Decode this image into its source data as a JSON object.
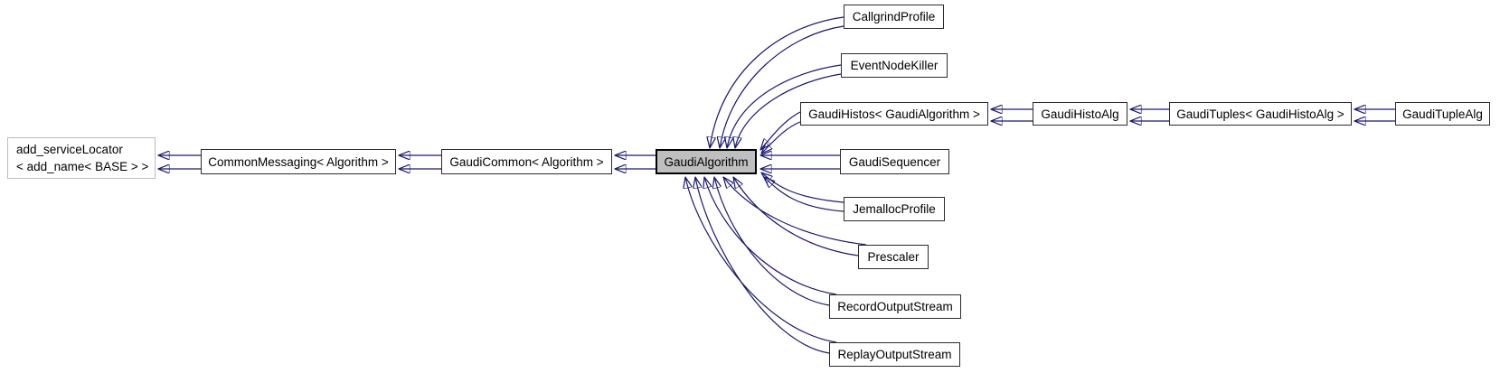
{
  "diagram": {
    "type": "class-inheritance-graph",
    "current_class": "GaudiAlgorithm",
    "colors": {
      "edge": "#191970",
      "node_fill": "#ffffff",
      "node_border": "#2b2b2b",
      "current_node_fill": "#bfbfbf",
      "current_node_border": "#000000",
      "external_node_border": "#bcbcbc",
      "text": "#000000",
      "background": "#ffffff"
    },
    "nodes": {
      "add_service_locator": {
        "line1": "add_serviceLocator",
        "line2": "< add_name< BASE > >"
      },
      "common_messaging": {
        "label": "CommonMessaging< Algorithm >"
      },
      "gaudi_common": {
        "label": "GaudiCommon< Algorithm >"
      },
      "gaudi_algorithm": {
        "label": "GaudiAlgorithm"
      },
      "callgrind_profile": {
        "label": "CallgrindProfile"
      },
      "event_node_killer": {
        "label": "EventNodeKiller"
      },
      "gaudi_histos": {
        "label": "GaudiHistos< GaudiAlgorithm >"
      },
      "gaudi_histo_alg": {
        "label": "GaudiHistoAlg"
      },
      "gaudi_tuples": {
        "label": "GaudiTuples< GaudiHistoAlg >"
      },
      "gaudi_tuple_alg": {
        "label": "GaudiTupleAlg"
      },
      "gaudi_sequencer": {
        "label": "GaudiSequencer"
      },
      "jemalloc_profile": {
        "label": "JemallocProfile"
      },
      "prescaler": {
        "label": "Prescaler"
      },
      "record_output_stream": {
        "label": "RecordOutputStream"
      },
      "replay_output_stream": {
        "label": "ReplayOutputStream"
      }
    },
    "edges": [
      {
        "from": "CommonMessaging< Algorithm >",
        "to": "add_serviceLocator< add_name< BASE > >",
        "count": 2
      },
      {
        "from": "GaudiCommon< Algorithm >",
        "to": "CommonMessaging< Algorithm >",
        "count": 2
      },
      {
        "from": "GaudiAlgorithm",
        "to": "GaudiCommon< Algorithm >",
        "count": 2
      },
      {
        "from": "CallgrindProfile",
        "to": "GaudiAlgorithm",
        "count": 2
      },
      {
        "from": "EventNodeKiller",
        "to": "GaudiAlgorithm",
        "count": 2
      },
      {
        "from": "GaudiHistos< GaudiAlgorithm >",
        "to": "GaudiAlgorithm",
        "count": 2
      },
      {
        "from": "GaudiSequencer",
        "to": "GaudiAlgorithm",
        "count": 2
      },
      {
        "from": "JemallocProfile",
        "to": "GaudiAlgorithm",
        "count": 2
      },
      {
        "from": "Prescaler",
        "to": "GaudiAlgorithm",
        "count": 2
      },
      {
        "from": "RecordOutputStream",
        "to": "GaudiAlgorithm",
        "count": 2
      },
      {
        "from": "ReplayOutputStream",
        "to": "GaudiAlgorithm",
        "count": 2
      },
      {
        "from": "GaudiHistoAlg",
        "to": "GaudiHistos< GaudiAlgorithm >",
        "count": 2
      },
      {
        "from": "GaudiTuples< GaudiHistoAlg >",
        "to": "GaudiHistoAlg",
        "count": 2
      },
      {
        "from": "GaudiTupleAlg",
        "to": "GaudiTuples< GaudiHistoAlg >",
        "count": 2
      }
    ]
  }
}
